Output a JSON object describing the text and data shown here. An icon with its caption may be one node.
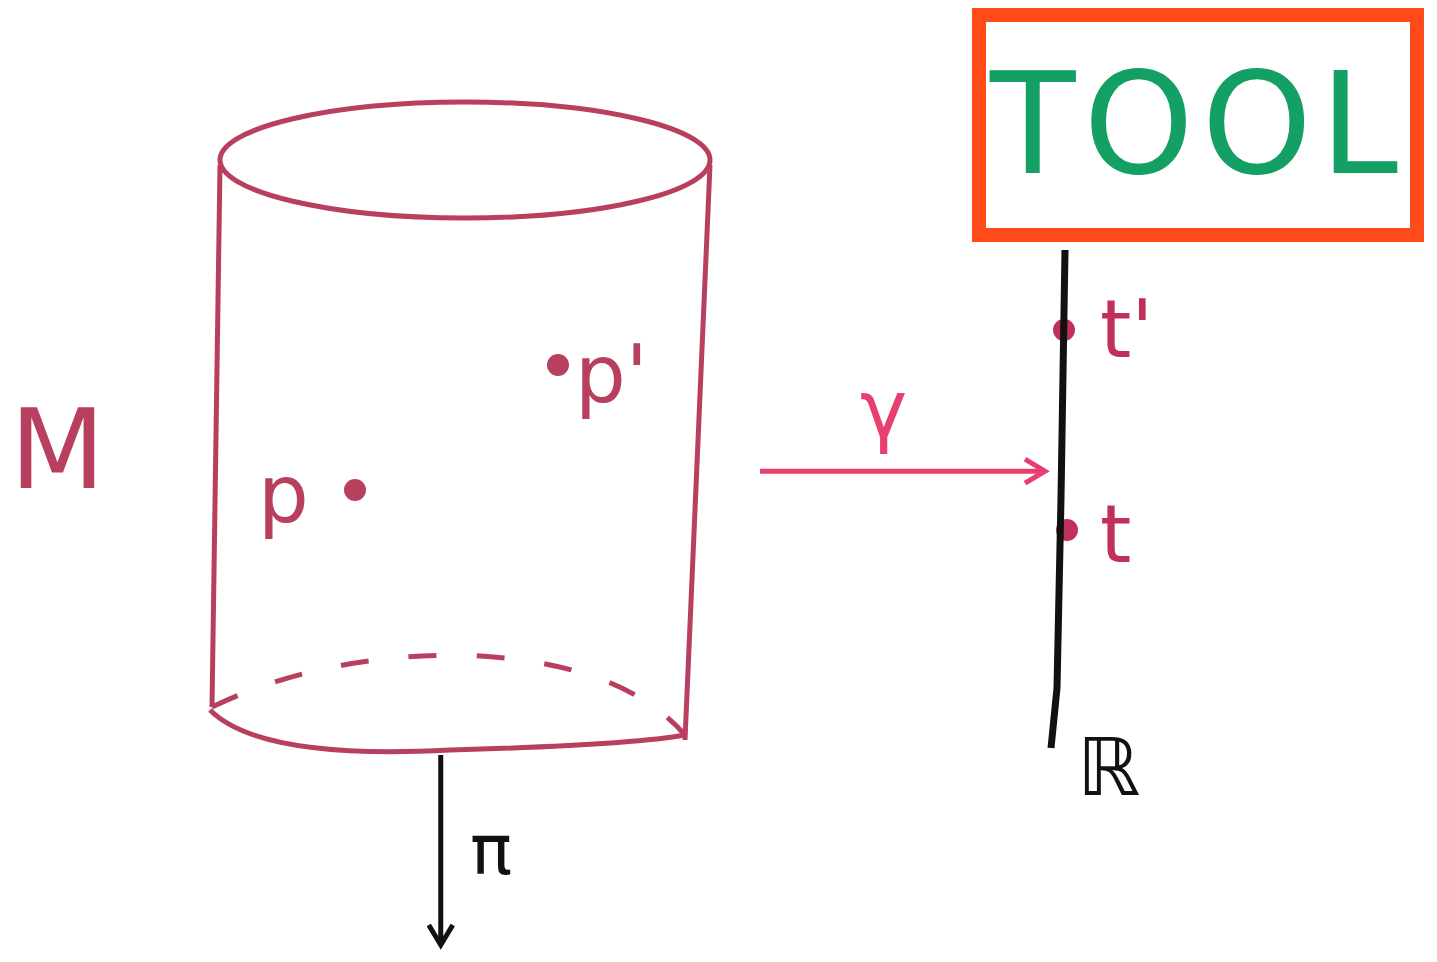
{
  "diagram": {
    "nodes": [
      {
        "text": [],
        "shape": "cylinder",
        "beside": [
          "M"
        ]
      },
      {
        "text": [],
        "shape": "line",
        "beside": [
          "ℝ"
        ]
      },
      {
        "text": [
          "TOOL"
        ]
      }
    ],
    "edges": [
      {
        "from": 0,
        "to": 1,
        "arrow": "to",
        "label": "γ",
        "color": "#e8406e"
      },
      {
        "from": 0,
        "to": null,
        "arrow": "to",
        "label": "π",
        "color": "#111111"
      }
    ],
    "labels": [
      "p'",
      "p",
      "t'",
      "t"
    ]
  }
}
